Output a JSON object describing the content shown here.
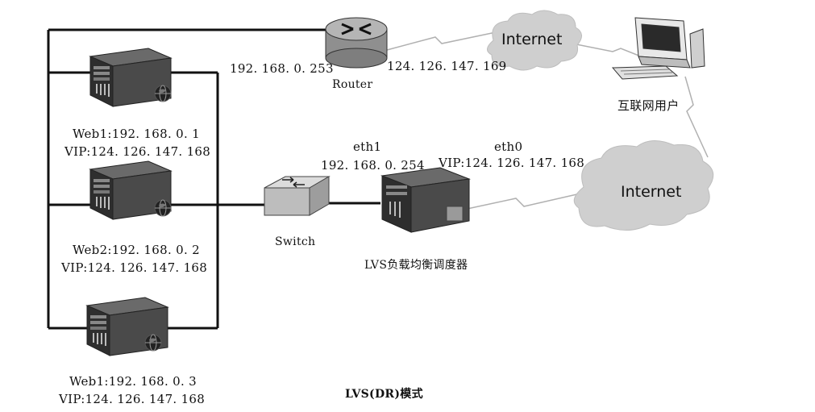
{
  "router": {
    "label": "Router",
    "lan_ip": "192. 168. 0. 253",
    "wan_ip": "124. 126. 147. 169"
  },
  "internet_top": {
    "label": "Internet"
  },
  "internet_bottom": {
    "label": "Internet"
  },
  "internet_user": {
    "label": "互联网用户"
  },
  "switch": {
    "label": "Switch"
  },
  "lvs": {
    "label": "LVS负载均衡调度器",
    "eth1_label": "eth1",
    "eth1_ip": "192. 168. 0. 254",
    "eth0_label": "eth0",
    "eth0_vip": "VIP:124. 126. 147. 168"
  },
  "servers": [
    {
      "line1": "Web1:192. 168. 0. 1",
      "line2": "VIP:124. 126. 147. 168"
    },
    {
      "line1": "Web2:192. 168. 0. 2",
      "line2": "VIP:124. 126. 147. 168"
    },
    {
      "line1": "Web1:192. 168. 0. 3",
      "line2": "VIP:124. 126. 147. 168"
    }
  ],
  "caption": "LVS(DR)模式",
  "colors": {
    "line": "#111111",
    "server_body": "#3a3a3a",
    "cloud_fill": "#cfcfcf",
    "router_fill": "#9a9a9a"
  }
}
